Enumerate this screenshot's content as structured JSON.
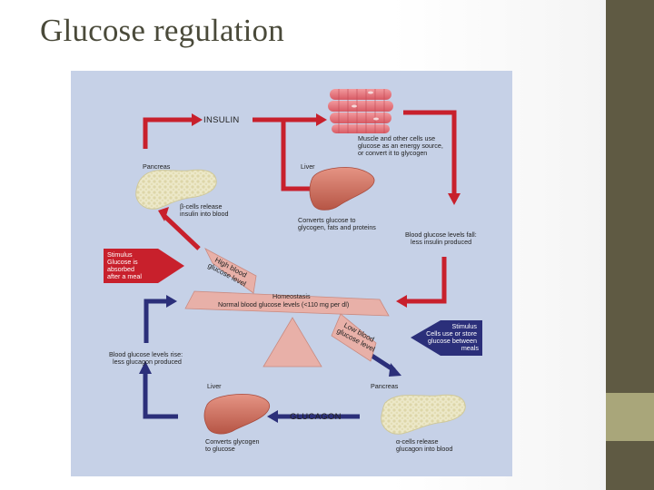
{
  "slide": {
    "title": "Glucose regulation"
  },
  "diagram": {
    "insulin_label": "INSULIN",
    "glucagon_label": "GLUCAGON",
    "pancreas_top_label": "Pancreas",
    "liver_top_label": "Liver",
    "muscle_caption": [
      "Muscle and other cells use",
      "glucose as an energy source,",
      "or convert it to glycogen"
    ],
    "beta_cells_caption": [
      "β-cells release",
      "insulin into blood"
    ],
    "liver_top_caption": [
      "Converts glucose to",
      "glycogen, fats and proteins"
    ],
    "levels_fall_caption": [
      "Blood glucose levels fall:",
      "less insulin produced"
    ],
    "stimulus_meal": [
      "Stimulus",
      "Glucose is",
      "absorbed",
      "after a meal"
    ],
    "high_level": [
      "High blood",
      "glucose level"
    ],
    "homeostasis": "Homeostasis",
    "normal_levels": "Normal blood glucose levels (<110 mg per dl)",
    "low_level": [
      "Low blood",
      "glucose level"
    ],
    "stimulus_cells": [
      "Stimulus",
      "Cells use or store",
      "glucose between",
      "meals"
    ],
    "levels_rise_caption": [
      "Blood glucose levels rise:",
      "less glucagon produced"
    ],
    "liver_bottom_label": "Liver",
    "pancreas_bottom_label": "Pancreas",
    "liver_bottom_caption": [
      "Converts glycogen",
      "to glucose"
    ],
    "alpha_cells_caption": [
      "α-cells release",
      "glucagon into blood"
    ]
  },
  "colors": {
    "diagram_background": "#c6d1e7",
    "insulin_arrow": "#c8202c",
    "glucagon_arrow": "#2b2f7a",
    "sidebar_dark": "#5f5a43",
    "sidebar_light": "#a9a67a",
    "organ_liver": "#c86a5c",
    "organ_pancreas": "#ece8c8",
    "muscle": "#e27a80",
    "seesaw": "#e8b0a8"
  }
}
